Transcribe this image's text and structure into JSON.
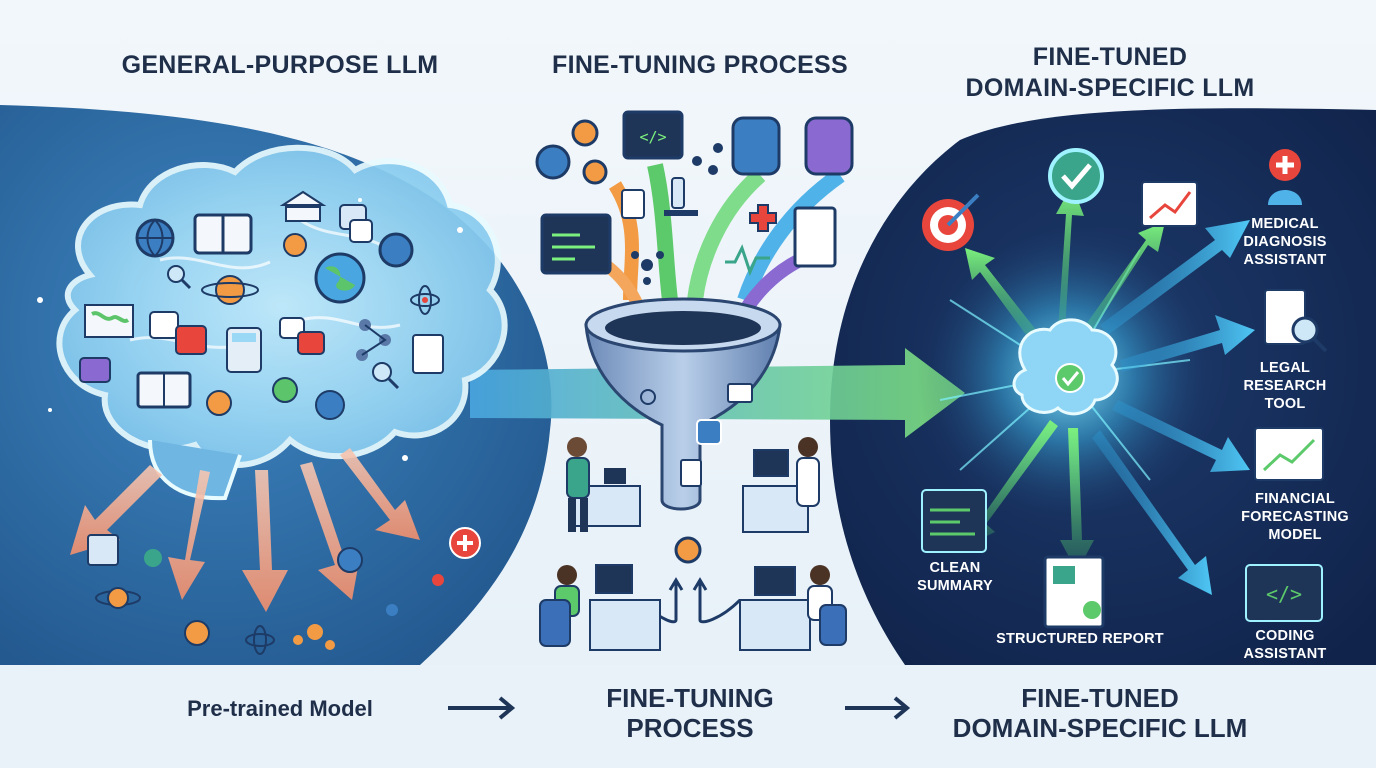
{
  "headers": {
    "left": "GENERAL-PURPOSE LLM",
    "middle": "FINE-TUNING PROCESS",
    "right_line1": "FINE-TUNED",
    "right_line2": "DOMAIN-SPECIFIC LLM"
  },
  "applications": [
    {
      "line1": "MEDICAL",
      "line2": "DIAGNOSIS",
      "line3": "ASSISTANT",
      "icon": "medical-icon"
    },
    {
      "line1": "LEGAL",
      "line2": "RESEARCH",
      "line3": "TOOL",
      "icon": "legal-document-icon"
    },
    {
      "line1": "FINANCIAL",
      "line2": "FORECASTING",
      "line3": "MODEL",
      "icon": "financial-chart-icon"
    },
    {
      "line1": "CODING",
      "line2": "ASSISTANT",
      "icon": "code-icon"
    }
  ],
  "outputs": {
    "clean_summary_line1": "CLEAN",
    "clean_summary_line2": "SUMMARY",
    "structured_report": "STRUCTURED REPORT"
  },
  "flow": {
    "step1": "Pre-trained Model",
    "step2_line1": "FINE-TUNING",
    "step2_line2": "PROCESS",
    "step3_line1": "FINE-TUNED",
    "step3_line2": "DOMAIN-SPECIFIC LLM"
  },
  "colors": {
    "left_panel": "#2f6fa8",
    "right_panel": "#162a52",
    "arrow_cyan": "#3ab6e8",
    "arrow_green": "#6fe07a",
    "funnel": "#5a79a8",
    "medical_red": "#e8463c"
  }
}
